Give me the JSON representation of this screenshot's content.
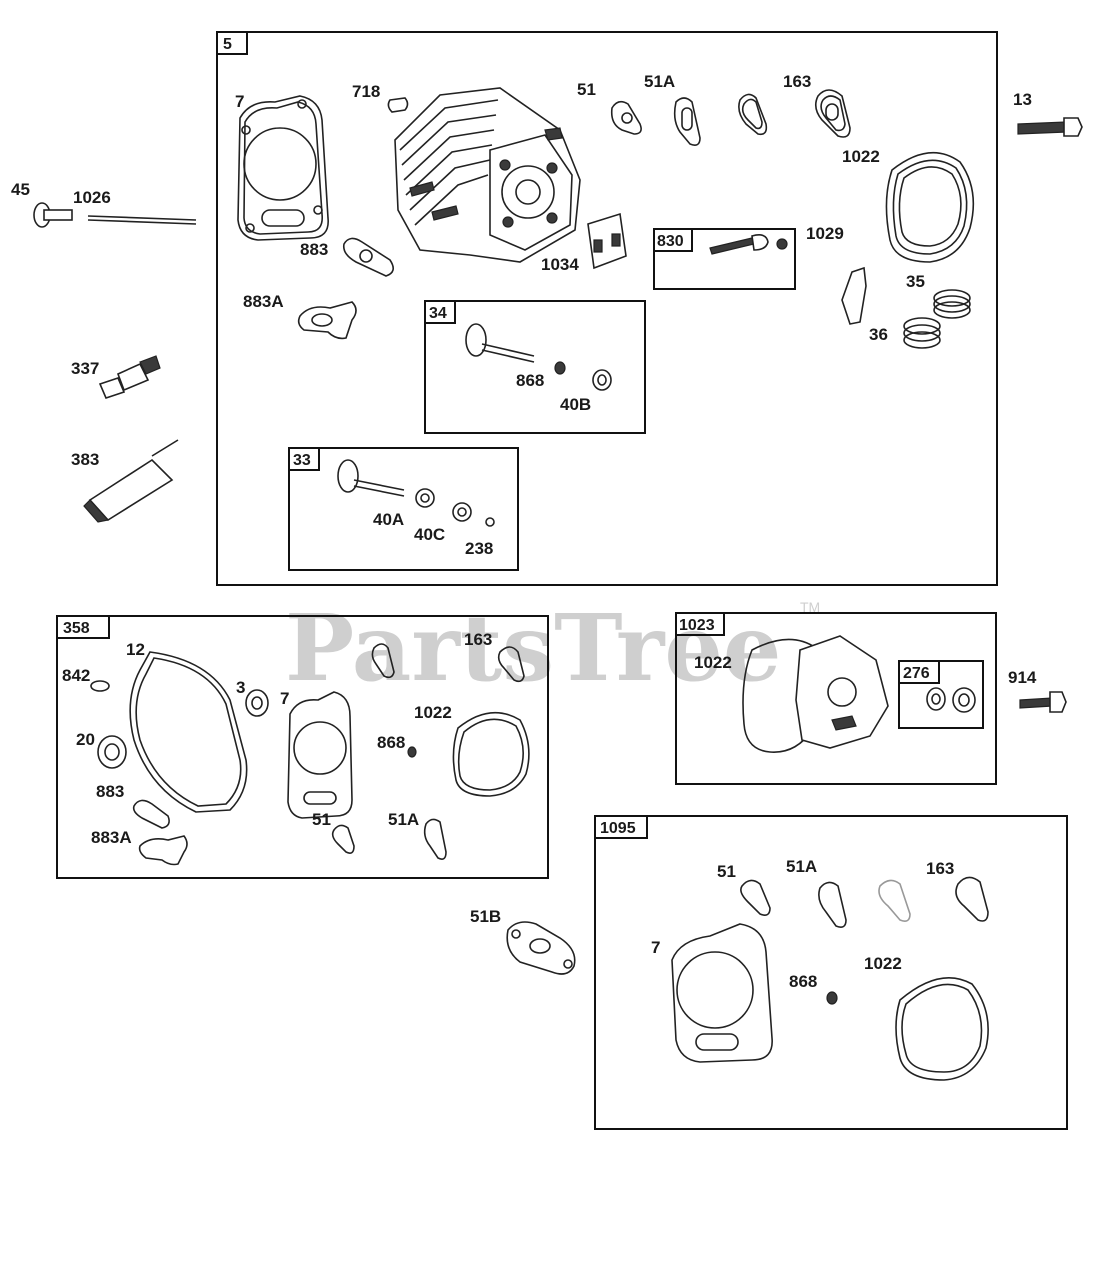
{
  "watermark": {
    "text": "PartsTree",
    "tm": "TM"
  },
  "groups": [
    {
      "id": "g5",
      "tag": "5"
    },
    {
      "id": "g830",
      "tag": "830"
    },
    {
      "id": "g34",
      "tag": "34"
    },
    {
      "id": "g33",
      "tag": "33"
    },
    {
      "id": "g358",
      "tag": "358"
    },
    {
      "id": "g1023",
      "tag": "1023"
    },
    {
      "id": "g276",
      "tag": "276"
    },
    {
      "id": "g1095",
      "tag": "1095"
    }
  ],
  "labels": [
    "7",
    "718",
    "51",
    "51A",
    "163",
    "13",
    "1022",
    "45",
    "1026",
    "883",
    "1034",
    "830",
    "1029",
    "35",
    "883A",
    "34",
    "868",
    "36",
    "40B",
    "337",
    "383",
    "33",
    "40A",
    "40C",
    "238",
    "358",
    "12",
    "163",
    "842",
    "3",
    "7",
    "1022",
    "868",
    "20",
    "883",
    "51",
    "51A",
    "883A",
    "1023",
    "1022",
    "276",
    "914",
    "1095",
    "51",
    "51A",
    "163",
    "51B",
    "7",
    "868",
    "1022"
  ]
}
